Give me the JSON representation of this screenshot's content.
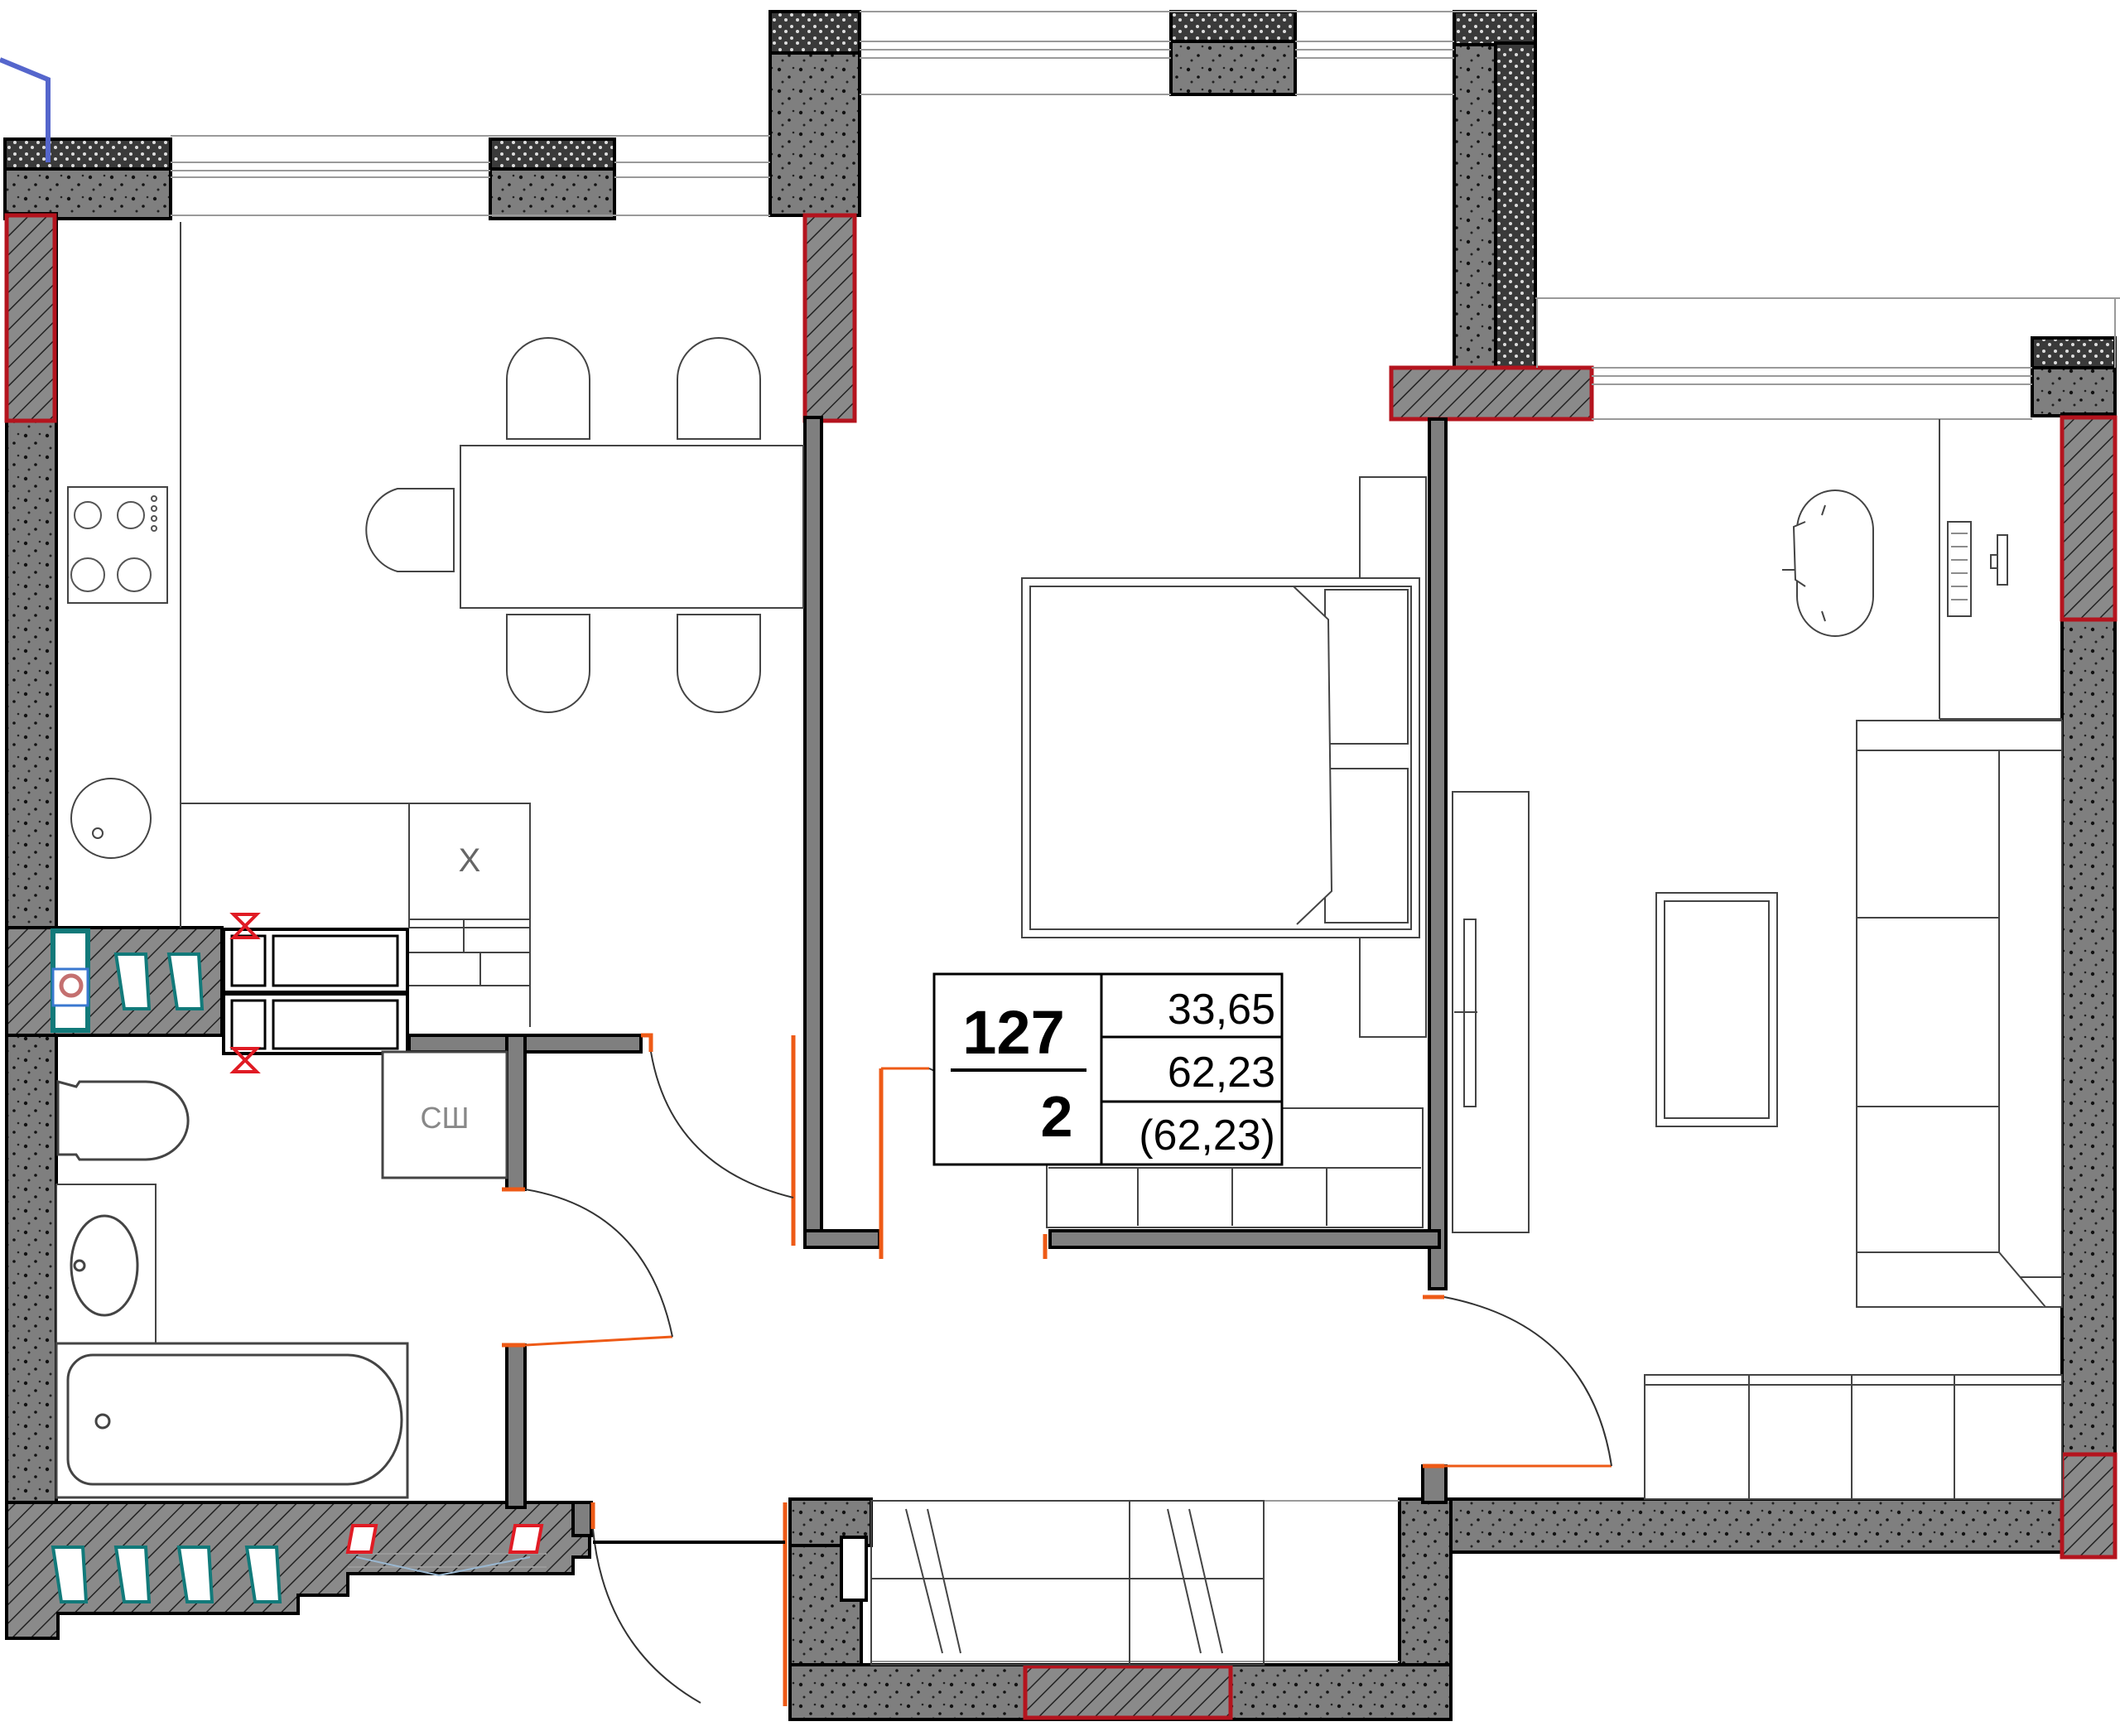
{
  "apartment": {
    "number": "127",
    "rooms": "2",
    "living_area": "33,65",
    "total_area": "62,23",
    "total_area_with_balcony": "(62,23)"
  },
  "room_labels": {
    "fridge": "Х",
    "washing_machine": "СШ"
  },
  "colors": {
    "wall_fill": "#7f7f7f",
    "wall_outline": "#000000",
    "column_outline": "#b4141e",
    "door_marker": "#ee5a16",
    "shaft_teal": "#127a7a",
    "window_line": "#9a9a9a",
    "furniture_line": "#3a3a3a"
  }
}
